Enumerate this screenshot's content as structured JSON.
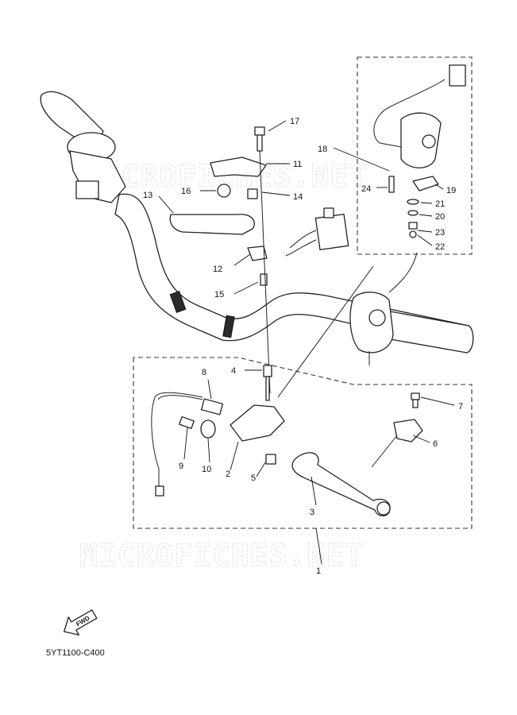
{
  "diagram": {
    "catalog_code": "5YT1100-C400",
    "watermark": "MICROFICHES.NET",
    "forward_marker": "FWD",
    "callouts": [
      "1",
      "2",
      "3",
      "4",
      "5",
      "6",
      "7",
      "8",
      "9",
      "10",
      "11",
      "12",
      "13",
      "14",
      "15",
      "16",
      "17",
      "18",
      "19",
      "20",
      "21",
      "22",
      "23",
      "24"
    ]
  }
}
